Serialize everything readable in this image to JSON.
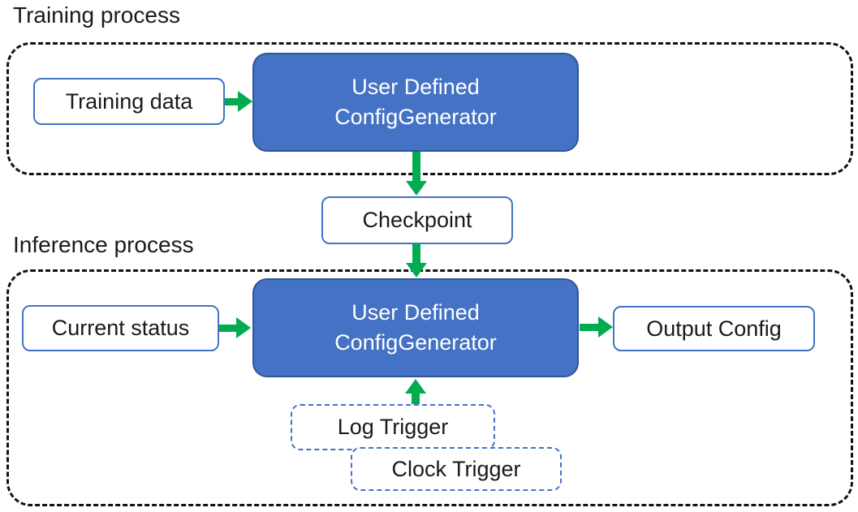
{
  "training": {
    "title": "Training process",
    "input_label": "Training data",
    "model_line1": "User Defined",
    "model_line2": "ConfigGenerator"
  },
  "checkpoint": {
    "label": "Checkpoint"
  },
  "inference": {
    "title": "Inference process",
    "input_label": "Current status",
    "model_line1": "User Defined",
    "model_line2": "ConfigGenerator",
    "output_label": "Output Config",
    "triggers": [
      {
        "label": "Log Trigger"
      },
      {
        "label": "Clock Trigger"
      }
    ]
  },
  "colors": {
    "model_box_fill": "#4472C4",
    "model_box_border": "#2F5597",
    "outline_blue": "#4472C4",
    "arrow_green": "#00AC4F",
    "container_dash_black": "#121212"
  }
}
